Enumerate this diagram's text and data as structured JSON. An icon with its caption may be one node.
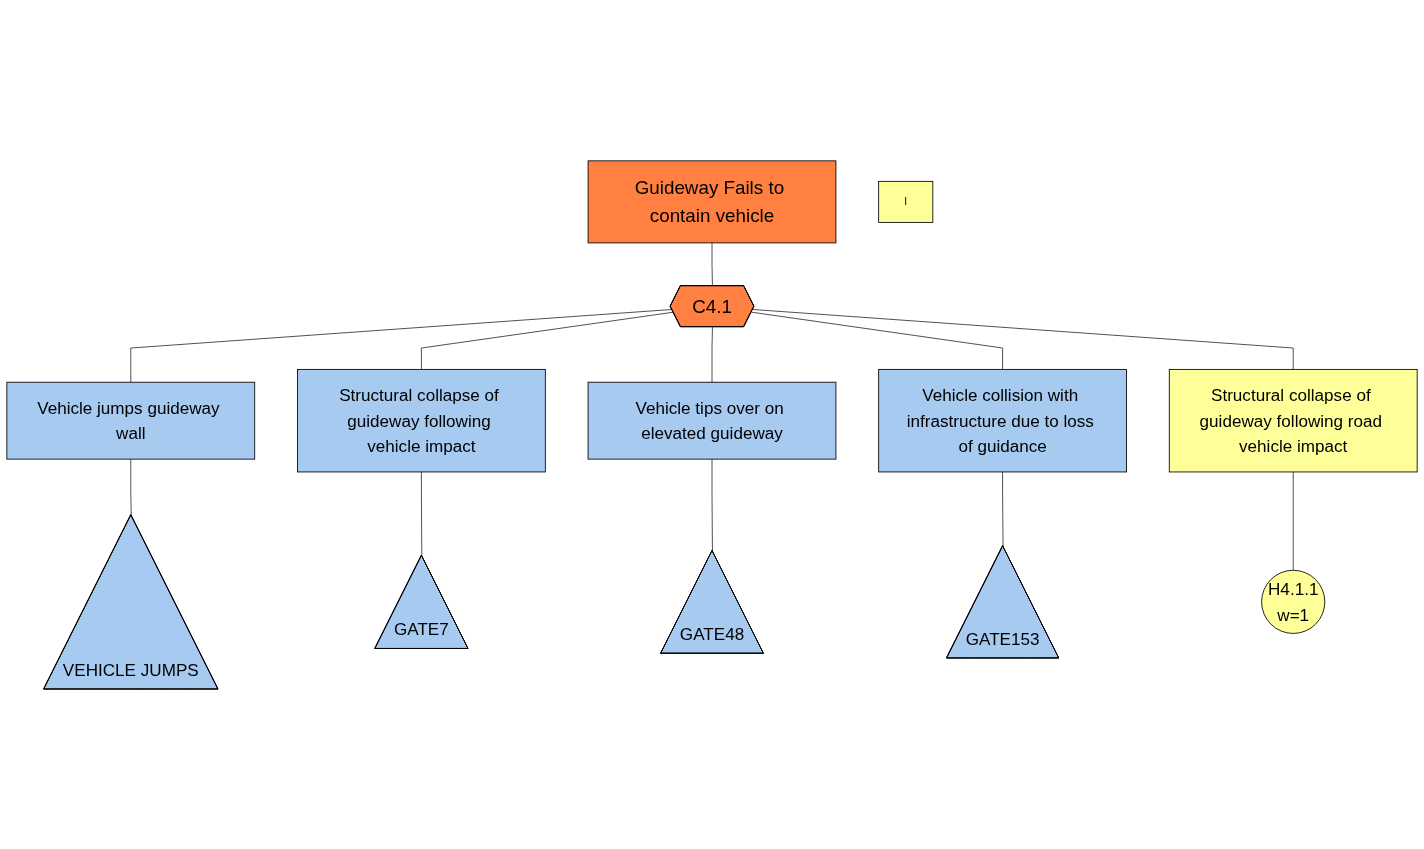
{
  "diagram": {
    "nodes": [
      {
        "text": [
          "Guideway Fails to contain vehicle"
        ]
      },
      {
        "text": [
          "C4.1"
        ]
      },
      {
        "text": [
          "Vehicle jumps guideway wall"
        ]
      },
      {
        "text": [
          "VEHICLE JUMPS"
        ]
      },
      {
        "text": [
          "Structural collapse of guideway following vehicle impact"
        ]
      },
      {
        "text": [
          "GATE7"
        ]
      },
      {
        "text": [
          "Vehicle tips over on elevated guideway"
        ]
      },
      {
        "text": [
          "GATE48"
        ]
      },
      {
        "text": [
          "Vehicle collision with infrastructure due to loss of guidance"
        ]
      },
      {
        "text": [
          "GATE153"
        ]
      },
      {
        "text": [
          "Structural collapse of guideway following road vehicle impact"
        ]
      },
      {
        "text": [
          "I"
        ]
      },
      {
        "text": [
          "H4.1.1",
          "w=1"
        ]
      }
    ],
    "edges": [
      {
        "from": 0,
        "to": 1,
        "arrow": "none"
      },
      {
        "from": 1,
        "to": 2,
        "arrow": "none"
      },
      {
        "from": 1,
        "to": 4,
        "arrow": "none"
      },
      {
        "from": 1,
        "to": 6,
        "arrow": "none"
      },
      {
        "from": 1,
        "to": 8,
        "arrow": "none"
      },
      {
        "from": 1,
        "to": 10,
        "arrow": "none"
      },
      {
        "from": 2,
        "to": 3,
        "arrow": "none"
      },
      {
        "from": 4,
        "to": 5,
        "arrow": "none"
      },
      {
        "from": 6,
        "to": 7,
        "arrow": "none"
      },
      {
        "from": 8,
        "to": 9,
        "arrow": "none"
      },
      {
        "from": 10,
        "to": 12,
        "arrow": "none"
      }
    ]
  }
}
